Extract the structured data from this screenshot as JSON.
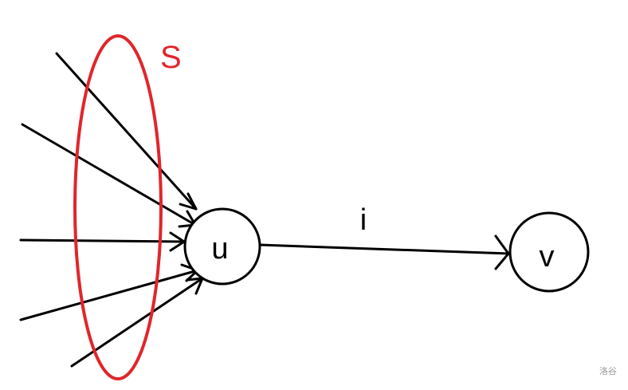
{
  "diagram": {
    "set_label": "S",
    "node_u": "u",
    "node_v": "v",
    "edge_label": "i",
    "colors": {
      "stroke": "#000000",
      "set": "#e0262b"
    }
  },
  "watermark": "洛谷"
}
